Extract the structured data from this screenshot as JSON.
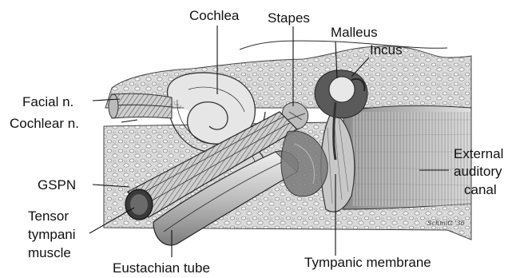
{
  "labels": {
    "cochlea": "Cochlea",
    "stapes": "Stapes",
    "malleus": "Malleus",
    "incus": "Incus",
    "facial_n": "Facial n.",
    "cochlear_n": "Cochlear n.",
    "gspn": "GSPN",
    "tensor_line1": "Tensor",
    "tensor_line2": "tympani",
    "tensor_line3": "muscle",
    "eustachian_tube": "Eustachian tube",
    "tympanic_membrane": "Tympanic membrane",
    "external_line1": "External",
    "external_line2": "auditory",
    "external_line3": "canal"
  },
  "signature": "Schmitt '36"
}
